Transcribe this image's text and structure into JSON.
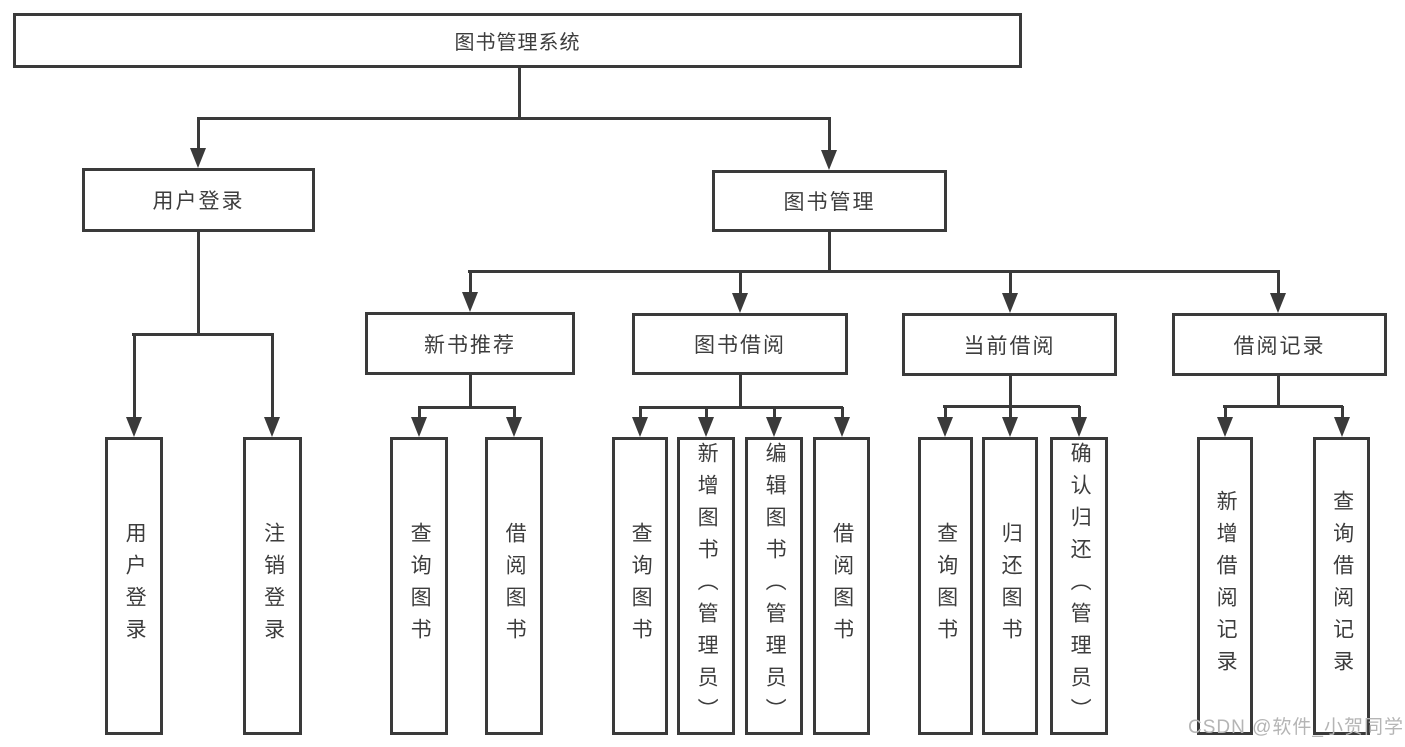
{
  "tree": {
    "root": {
      "label": "图书管理系统"
    },
    "branches": [
      {
        "label": "用户登录",
        "children": [
          {
            "label": "用户登录"
          },
          {
            "label": "注销登录"
          }
        ]
      },
      {
        "label": "图书管理",
        "children": [
          {
            "label": "新书推荐",
            "children": [
              {
                "label": "查询图书"
              },
              {
                "label": "借阅图书"
              }
            ]
          },
          {
            "label": "图书借阅",
            "children": [
              {
                "label": "查询图书"
              },
              {
                "label": "新增图书（管理员）"
              },
              {
                "label": "编辑图书（管理员）"
              },
              {
                "label": "借阅图书"
              }
            ]
          },
          {
            "label": "当前借阅",
            "children": [
              {
                "label": "查询图书"
              },
              {
                "label": "归还图书"
              },
              {
                "label": "确认归还（管理员）"
              }
            ]
          },
          {
            "label": "借阅记录",
            "children": [
              {
                "label": "新增借阅记录"
              },
              {
                "label": "查询借阅记录"
              }
            ]
          }
        ]
      }
    ]
  },
  "watermark": {
    "text": "CSDN @软件_小贺同学"
  },
  "colors": {
    "line": "#3a3a3a",
    "text": "#3d3d3d",
    "watermark": "#b5b5b5",
    "background": "#ffffff"
  }
}
